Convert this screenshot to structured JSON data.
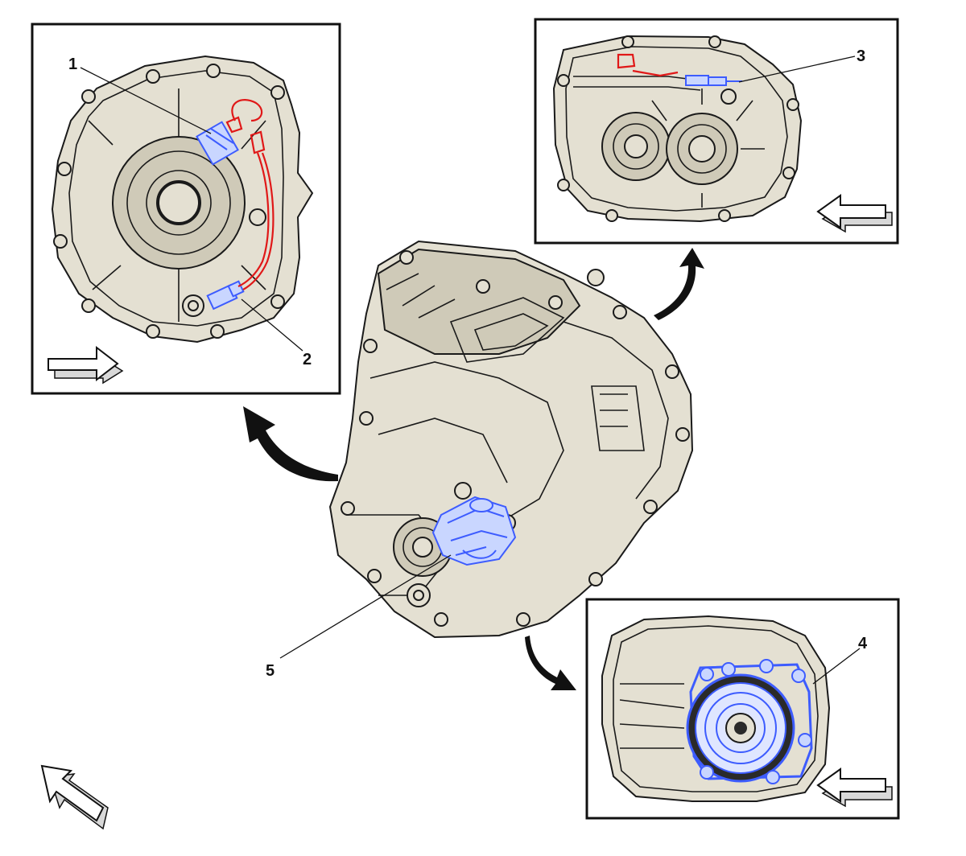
{
  "figure": {
    "callouts": [
      {
        "id": "1",
        "label": "1"
      },
      {
        "id": "2",
        "label": "2"
      },
      {
        "id": "3",
        "label": "3"
      },
      {
        "id": "4",
        "label": "4"
      },
      {
        "id": "5",
        "label": "5"
      }
    ],
    "colors": {
      "highlight_blue": "#3d5cff",
      "highlight_red": "#e01818",
      "housing": "#e4e0d2",
      "outline": "#1a1a1a"
    }
  }
}
